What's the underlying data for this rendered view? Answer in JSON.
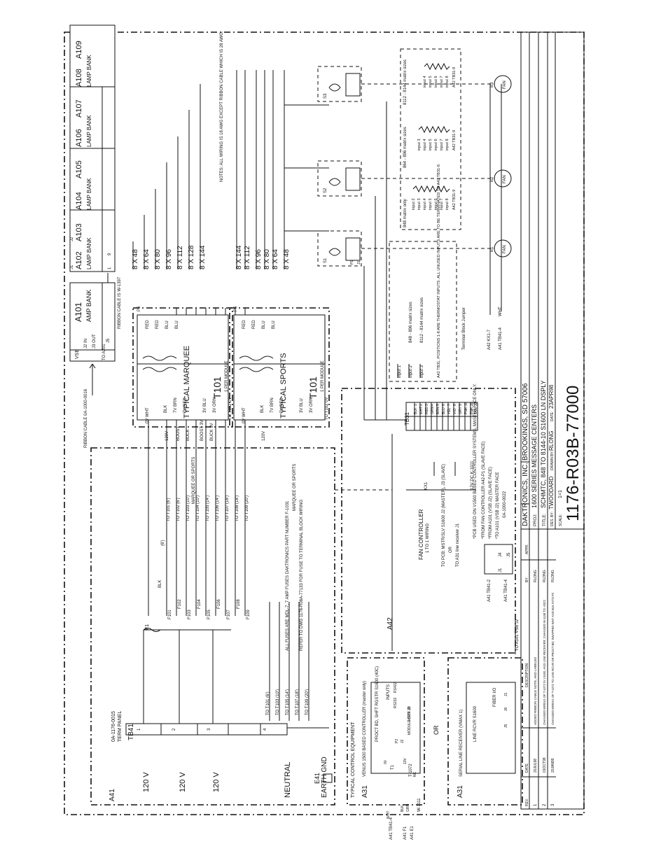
{
  "title_block": {
    "company": "DAKTRONICS, INC.  BROOKINGS, SD 57006",
    "project": "1600 SERIES MESSAGE CENTERS",
    "title": "SCHMTC, 848 TO 8144-10 S1600 LN DSPLY",
    "designed_by": "TWOODARD",
    "drawn_by": "RLONG",
    "date": "23APR98",
    "scale": "1=1",
    "drawing_number": "1176-R03B-77000",
    "label_proj": "PROJ:",
    "label_title": "TITLE:",
    "label_des": "DES. BY:",
    "label_drawn": "DRAWN BY:",
    "label_date": "DATE:",
    "label_scale": "SCALE:"
  },
  "revisions": {
    "headers": [
      "REV.",
      "DATE",
      "DESCRIPTION",
      "BY",
      "APPR."
    ],
    "rows": [
      {
        "rev": "1",
        "date": "20JUL98",
        "desc": "ADDED RIBBON CABLE NOTE, AND LABELED",
        "by": "RLONG"
      },
      {
        "rev": "2",
        "date": "01OCT98",
        "desc": "CHANGED WIRING OF T-1072 IN V1500, AND LINE RECEIVER; CHANGED W-1138 TO -0022",
        "by": "RLONG"
      },
      {
        "rev": "3",
        "date": "20JAN99",
        "desc": "CHANGED WIRING OF T-1072 TO LINE RCVR OR PROCT BD; SWAPPED WHT AND BLK INTO P2",
        "by": "RLONG"
      }
    ]
  },
  "term_panel": {
    "id": "A41",
    "part": "0A-1176-0015",
    "name": "TERM PANEL",
    "tb": "TB41",
    "voltages": [
      "120 V",
      "120 V",
      "120 V"
    ],
    "positions": [
      "1",
      "2",
      "3",
      "4"
    ],
    "neutral": "NEUTRAL",
    "earth": "EARTH GND",
    "earth_id": "E41",
    "fuse_main": "F1",
    "fuses": [
      "F101",
      "F102",
      "F103",
      "F104",
      "F105",
      "F106",
      "F107",
      "F108",
      "F109"
    ],
    "outputs": [
      "TO T101 (6')",
      "TO T102 (6')",
      "TO T103 (10')",
      "TO T104 (10')",
      "TO T105 (14')",
      "TO T106 (14')",
      "TO T107 (18')",
      "TO T108 (18')",
      "TO T109 (20')"
    ],
    "neutral_outputs": [
      "TO T101 (6')",
      "TO T103 (10')",
      "TO T105 (14')",
      "TO T107 (18')",
      "TO T109 (20')"
    ],
    "fuse_note": "ALL FUSES ARE MDL-7, 7 AMP FUSES DAKTRONICS PART NUMBER F-1031",
    "refer_note": "REFER TO DWG 1176-R08A-77133 FOR FUSE TO TERMINAL BLOCK WIRING",
    "marquee_or_sports": "MARQUEE OR SPORTS",
    "wire_blk": "BLK",
    "wire_six": "(6')"
  },
  "transformers": [
    {
      "name": "TYPICAL MARQUEE",
      "id": "T101",
      "per": "1 PER MODULE",
      "outputs": [
        "8 X 48",
        "8 X 64",
        "8 X 80",
        "8 X 96",
        "8 X 112",
        "8 X 128",
        "8 X 144"
      ]
    },
    {
      "name": "TYPICAL SPORTS",
      "id": "T101",
      "per": "1 PER MODULE",
      "outputs": [
        "8 X 144",
        "8 X 112",
        "8 X 96",
        "8 X 80",
        "8 X 64",
        "8 X 48"
      ]
    }
  ],
  "transformer_labels": {
    "p5": "P5",
    "pins": [
      "1",
      "2",
      "3"
    ],
    "pins_r": [
      "7",
      "8",
      "9"
    ],
    "v120": "120V",
    "boost": "BOOST",
    "buck": "BUCK",
    "boost3": "BOOST 3V",
    "buck3": "BUCK 3V",
    "wires": [
      "0V WHT",
      "BLK",
      "7V BRN",
      "7V RED",
      "3V BLU",
      "3V ORN"
    ],
    "outs": [
      "RED",
      "RED",
      "BLU",
      "BLU"
    ],
    "to_t102": "TO T102 0V"
  },
  "lamp_banks": {
    "amp": "A101",
    "amp_label": "AMP BANK",
    "vsb": "VSB",
    "j2_in": "J2 IN",
    "j3_out": "J3 OUT",
    "j5": "J5",
    "ribbon": "RIBBON CABLE 0A-1000-0016",
    "ribbon_note": "RIBBON CABLE IS W-1397",
    "to_a201": "TO A201",
    "banks": [
      "A102",
      "A103",
      "A104",
      "A105",
      "A106",
      "A107",
      "A108",
      "A109"
    ],
    "bank_label": "LAMP BANK",
    "j1": "J1",
    "j2": "J2",
    "pins": [
      "1",
      "9"
    ],
    "notes": "NOTES: ALL WIRING IS 18 AWG EXCEPT RIBBON CABLE WHICH IS 28 AWG."
  },
  "fan_controller": {
    "id": "A42",
    "name": "FAN CONTROLLER",
    "tb": "TB31",
    "tb_rows": [
      {
        "n": "1",
        "c": "BLK"
      },
      {
        "n": "2",
        "c": "WHT"
      },
      {
        "n": "3",
        "c": "RED"
      },
      {
        "n": "4",
        "c": "GRN"
      },
      {
        "n": "5",
        "c": "BRN"
      },
      {
        "n": "6",
        "c": "BLU"
      },
      {
        "n": "7",
        "c": "YEL"
      },
      {
        "n": "8",
        "c": "VIO"
      },
      {
        "n": "9",
        "c": "GRY"
      },
      {
        "n": "10",
        "c": "PNK"
      },
      {
        "n": "11",
        "c": "PNK"
      },
      {
        "n": "12",
        "c": "TAN"
      }
    ],
    "p1_wiring": "1 TO 1 WIRING",
    "to_pcb": "TO PCB: MSTR/SLV S1600 J2 (MASTER), J3 (SLAVE)",
    "or": "OR",
    "to_a31": "TO A31 line receiver J1",
    "kx1": "KX1",
    "relay": "12V DC K-1011",
    "f1": "F1",
    "tb41_2": "A41 TB41-2",
    "tb41_4": "A41 TB41-4",
    "j1": "J1",
    "j4": "J4",
    "j5": "J5",
    "pcb_note1": "*PCB USED ON V1500 BASED CONTROLLER SYSTEMS, MASTER FACE ONLY.",
    "pcb_note2": "*FROM FAN CONTROLLER A42-P1 (SLAVE FACE)",
    "pcb_note3": "*FROM A101 (VSB J2) (SLAVE FACE)",
    "pcb_note4": "*TO A101 (VSB J2) MASTER FACE",
    "pcb_part": "0A-1000-0022",
    "terminal_jumper": "Terminal Block Jumper",
    "kx1_7": "A42 KX1-7",
    "tb41_4w": "A41 TB41-4",
    "wht": "WHT"
  },
  "inputs_box": {
    "inputs": [
      "input 1",
      "input 2",
      "input 3"
    ],
    "sizes": [
      "848 - 896 matrix sizes",
      "8112 - 8144 matrix sizes"
    ],
    "note": "A42 TB31, POSITIONS 1-8 ARE THERMOSTAT INPUTS. ALL UNUSED INPUTS ARE TO BE TERMINATED TO A42 TB31-9."
  },
  "thermostats": {
    "col1_title": "848 matrix only",
    "col2_title": "864 - 896 matrix sizes",
    "col3_title": "8112 - 8144 matrix sizes",
    "col1": [
      "input 2",
      "input 3",
      "input 4",
      "input 5",
      "input 6",
      "input 7",
      "input 8"
    ],
    "col2": [
      "input 3",
      "input 4",
      "input 5",
      "input 6",
      "input 7",
      "input 8"
    ],
    "col3": [
      "input 4",
      "input 5",
      "input 6",
      "input 7",
      "input 8"
    ],
    "term": "A42 TB31-9",
    "switches": [
      "S1",
      "S2",
      "S3"
    ],
    "fans": [
      "B1",
      "B2",
      "B3"
    ],
    "fan": "FAN",
    "p1": "P1",
    "j1": "J1"
  },
  "controller_a31": {
    "heading": "TYPICAL CONTROL EQUIPMENT",
    "id": "A31",
    "name": "VENUS 1500 BASED CONTROLLER (master only)",
    "board": "PROCT BD, SHFT RGSTR S1600 (40C)",
    "inputs": "INPUTS",
    "rs232": "RS232",
    "rs422": "RS422",
    "module_out": "MODULE OUT J3",
    "master": "MSTR J3",
    "t1": "T1",
    "t1072": "T-1072",
    "w1111": "W-1111",
    "wht": "WHT",
    "blk": "BLK",
    "grn": "GRN",
    "nc": "NC",
    "v0": "0V",
    "v10": "10V",
    "p2": "P2",
    "j2": "J2",
    "a41_tb41_4": "A41 TB41-4",
    "a41_f1": "A41 F1",
    "a41_e1": "A41 E1"
  },
  "controller_a31b": {
    "id": "A31",
    "name": "SERIAL LINE RECEIVER (VMAX 1)",
    "board": "LINE RCVR S1600",
    "fiber": "FIBER I/O",
    "j5": "J5",
    "j6": "J6",
    "j1": "J1",
    "to_a101": "TO A101 VSB J2",
    "or": "OR"
  }
}
